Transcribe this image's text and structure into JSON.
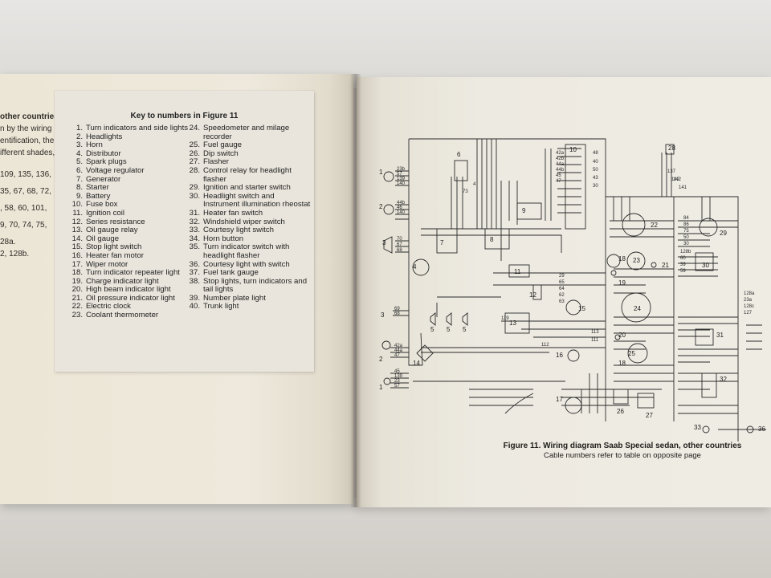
{
  "left_page": {
    "cut_text": [
      {
        "text": "other countries",
        "bold": true
      },
      {
        "text": "n by the wiring"
      },
      {
        "text": "entification, the"
      },
      {
        "text": "ifferent shades,"
      },
      {
        "text": "",
        "gap": "gap2"
      },
      {
        "text": "109, 135, 136,"
      },
      {
        "text": "",
        "gap": "gap"
      },
      {
        "text": "35, 67, 68, 72,"
      },
      {
        "text": "",
        "gap": "gap"
      },
      {
        "text": ", 58, 60, 101,"
      },
      {
        "text": "",
        "gap": "gap"
      },
      {
        "text": "9, 70, 74, 75,"
      },
      {
        "text": "",
        "gap": "gap"
      },
      {
        "text": "28a."
      },
      {
        "text": "2, 128b."
      }
    ],
    "key": {
      "title": "Key to numbers in Figure 11",
      "col1": [
        {
          "n": "1.",
          "t": "Turn indicators and side lights"
        },
        {
          "n": "2.",
          "t": "Headlights"
        },
        {
          "n": "3.",
          "t": "Horn"
        },
        {
          "n": "4.",
          "t": "Distributor"
        },
        {
          "n": "5.",
          "t": "Spark plugs"
        },
        {
          "n": "6.",
          "t": "Voltage regulator"
        },
        {
          "n": "7.",
          "t": "Generator"
        },
        {
          "n": "8.",
          "t": "Starter"
        },
        {
          "n": "9.",
          "t": "Battery"
        },
        {
          "n": "10.",
          "t": "Fuse box"
        },
        {
          "n": "11.",
          "t": "Ignition coil"
        },
        {
          "n": "12.",
          "t": "Series resistance"
        },
        {
          "n": "13.",
          "t": "Oil gauge relay"
        },
        {
          "n": "14.",
          "t": "Oil gauge"
        },
        {
          "n": "15.",
          "t": "Stop light switch"
        },
        {
          "n": "16.",
          "t": "Heater fan motor"
        },
        {
          "n": "17.",
          "t": "Wiper motor"
        },
        {
          "n": "18.",
          "t": "Turn indicator repeater light"
        },
        {
          "n": "19.",
          "t": "Charge indicator light"
        },
        {
          "n": "20.",
          "t": "High beam indicator light"
        },
        {
          "n": "21.",
          "t": "Oil pressure indicator light"
        },
        {
          "n": "22.",
          "t": "Electric clock"
        },
        {
          "n": "23.",
          "t": "Coolant thermometer"
        }
      ],
      "col2": [
        {
          "n": "24.",
          "t": "Speedometer and milage recorder"
        },
        {
          "n": "25.",
          "t": "Fuel gauge"
        },
        {
          "n": "26.",
          "t": "Dip switch"
        },
        {
          "n": "27.",
          "t": "Flasher"
        },
        {
          "n": "28.",
          "t": "Control relay for headlight flasher"
        },
        {
          "n": "29.",
          "t": "Ignition and starter switch"
        },
        {
          "n": "30.",
          "t": "Headlight switch and Instrument illumination rheostat"
        },
        {
          "n": "31.",
          "t": "Heater fan switch"
        },
        {
          "n": "32.",
          "t": "Windshield wiper switch"
        },
        {
          "n": "33.",
          "t": "Courtesy light switch"
        },
        {
          "n": "34.",
          "t": "Horn button"
        },
        {
          "n": "35.",
          "t": "Turn indicator switch with headlight flasher"
        },
        {
          "n": "36.",
          "t": "Courtesy light with switch"
        },
        {
          "n": "37.",
          "t": "Fuel tank gauge"
        },
        {
          "n": "38.",
          "t": "Stop lights, turn indicators and tail lights"
        },
        {
          "n": "39.",
          "t": "Number plate light"
        },
        {
          "n": "40.",
          "t": "Trunk light"
        }
      ]
    }
  },
  "right_page": {
    "diagram": {
      "components": [
        {
          "label": "1"
        },
        {
          "label": "2"
        },
        {
          "label": "3"
        },
        {
          "label": "4"
        },
        {
          "label": "5"
        },
        {
          "label": "5"
        },
        {
          "label": "5"
        },
        {
          "label": "6"
        },
        {
          "label": "7"
        },
        {
          "label": "8"
        },
        {
          "label": "9"
        },
        {
          "label": "10"
        },
        {
          "label": "11"
        },
        {
          "label": "12"
        },
        {
          "label": "13"
        },
        {
          "label": "14"
        },
        {
          "label": "15"
        },
        {
          "label": "16"
        },
        {
          "label": "17"
        },
        {
          "label": "18"
        },
        {
          "label": "19"
        },
        {
          "label": "20"
        },
        {
          "label": "21"
        },
        {
          "label": "22"
        },
        {
          "label": "23"
        },
        {
          "label": "24"
        },
        {
          "label": "25"
        },
        {
          "label": "26"
        },
        {
          "label": "27"
        },
        {
          "label": "28"
        },
        {
          "label": "29"
        },
        {
          "label": "30"
        },
        {
          "label": "31"
        },
        {
          "label": "32"
        },
        {
          "label": "33"
        },
        {
          "label": "36"
        },
        {
          "label": "3"
        },
        {
          "label": "2"
        },
        {
          "label": "1"
        },
        {
          "label": "18"
        }
      ],
      "cable_numbers": [
        "23b",
        "57",
        "139",
        "140",
        "44b",
        "46",
        "140",
        "70",
        "67",
        "68",
        "69",
        "68",
        "42a",
        "44a",
        "47",
        "45",
        "139",
        "23",
        "57",
        "42a",
        "42b",
        "44a",
        "44b",
        "45",
        "47",
        "48",
        "40",
        "50",
        "43",
        "30",
        "4",
        "142",
        "73",
        "84",
        "86",
        "75",
        "50",
        "30",
        "128b",
        "60",
        "39",
        "59",
        "128a",
        "23a",
        "128c",
        "127",
        "112",
        "119",
        "113",
        "111",
        "29",
        "65",
        "64",
        "62",
        "63",
        "137",
        "142",
        "141"
      ]
    },
    "caption": {
      "title": "Figure 11. Wiring diagram Saab Special sedan, other countries",
      "subtitle": "Cable numbers refer to table on opposite page"
    }
  }
}
